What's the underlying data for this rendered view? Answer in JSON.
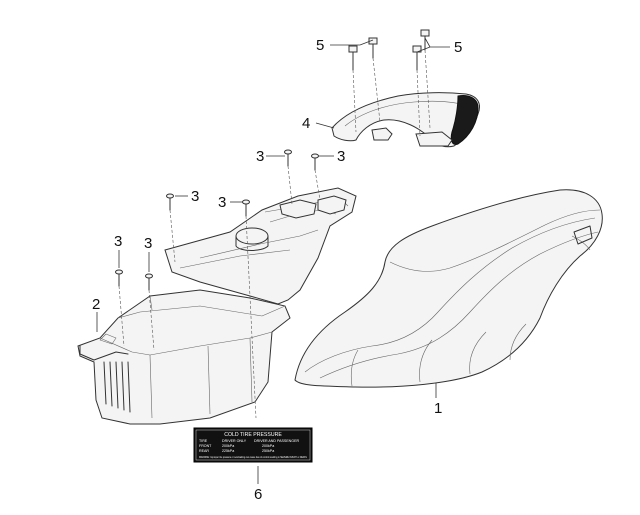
{
  "callouts": {
    "seat": "1",
    "storage_box": "2",
    "bolt_a": "3",
    "bolt_b": "3",
    "bolt_c": "3",
    "bolt_d": "3",
    "bolt_e": "3",
    "bolt_f": "3",
    "grab_handle": "4",
    "handle_screw_left": "5",
    "handle_screw_right": "5",
    "tire_pressure_label": "6"
  },
  "tire_label": {
    "title": "COLD TIRE PRESSURE",
    "col_tire": "TIRE",
    "col_driver_only": "DRIVER ONLY",
    "col_driver_passenger": "DRIVER AND PASSENGER",
    "row_front": "FRONT",
    "row_rear": "REAR",
    "front_driver": "200kPa",
    "front_passenger": "200kPa",
    "rear_driver": "225kPa",
    "rear_passenger": "250kPa",
    "warning": "WARNING: Improper tire pressure or overloading can cause loss of control resulting in SEVERE INJURY or DEATH"
  }
}
